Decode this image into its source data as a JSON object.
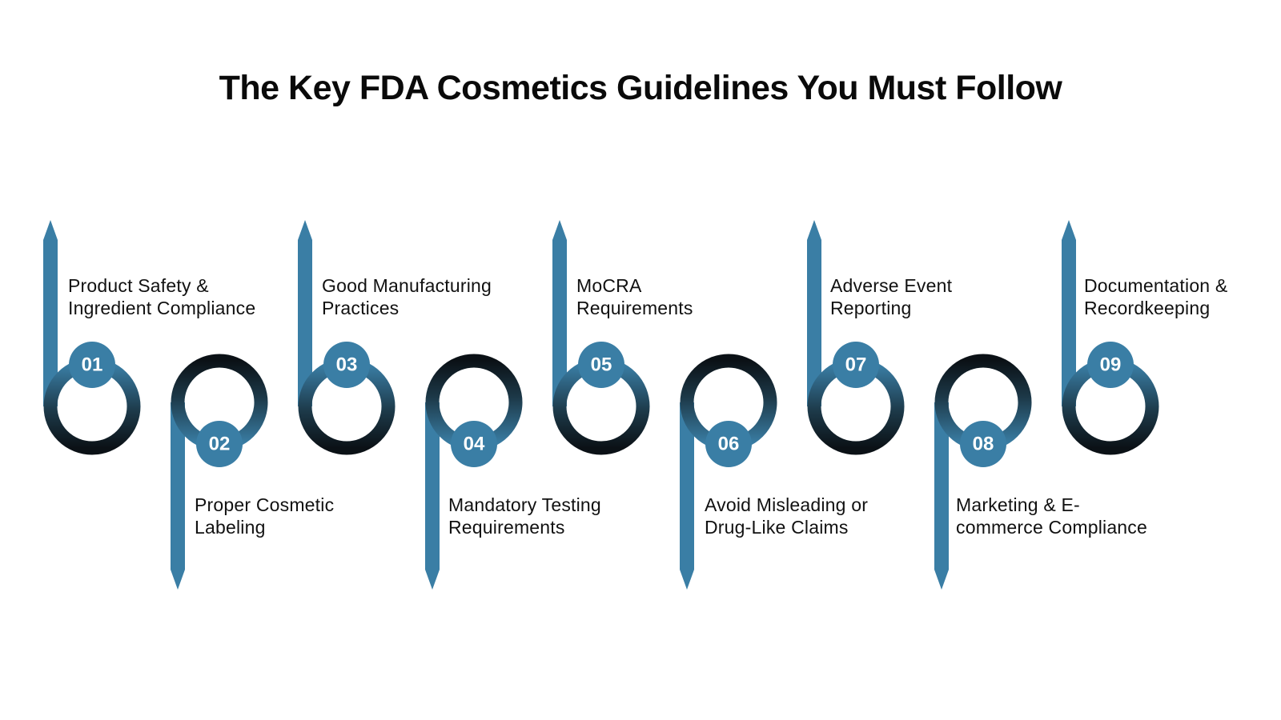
{
  "title": "The Key FDA Cosmetics Guidelines You Must Follow",
  "colors": {
    "accent": "#3a7ea5",
    "ring_dark": "#0d1419",
    "title": "#0a0a0a",
    "text": "#111111"
  },
  "steps": [
    {
      "number": "01",
      "line1": "Product Safety &",
      "line2": "Ingredient Compliance"
    },
    {
      "number": "02",
      "line1": "Proper Cosmetic",
      "line2": "Labeling"
    },
    {
      "number": "03",
      "line1": "Good Manufacturing",
      "line2": "Practices"
    },
    {
      "number": "04",
      "line1": "Mandatory Testing",
      "line2": "Requirements"
    },
    {
      "number": "05",
      "line1": "MoCRA",
      "line2": "Requirements"
    },
    {
      "number": "06",
      "line1": "Avoid Misleading or",
      "line2": "Drug-Like Claims"
    },
    {
      "number": "07",
      "line1": "Adverse Event",
      "line2": "Reporting"
    },
    {
      "number": "08",
      "line1": "Marketing & E-",
      "line2": "commerce Compliance"
    },
    {
      "number": "09",
      "line1": "Documentation &",
      "line2": "Recordkeeping"
    }
  ]
}
